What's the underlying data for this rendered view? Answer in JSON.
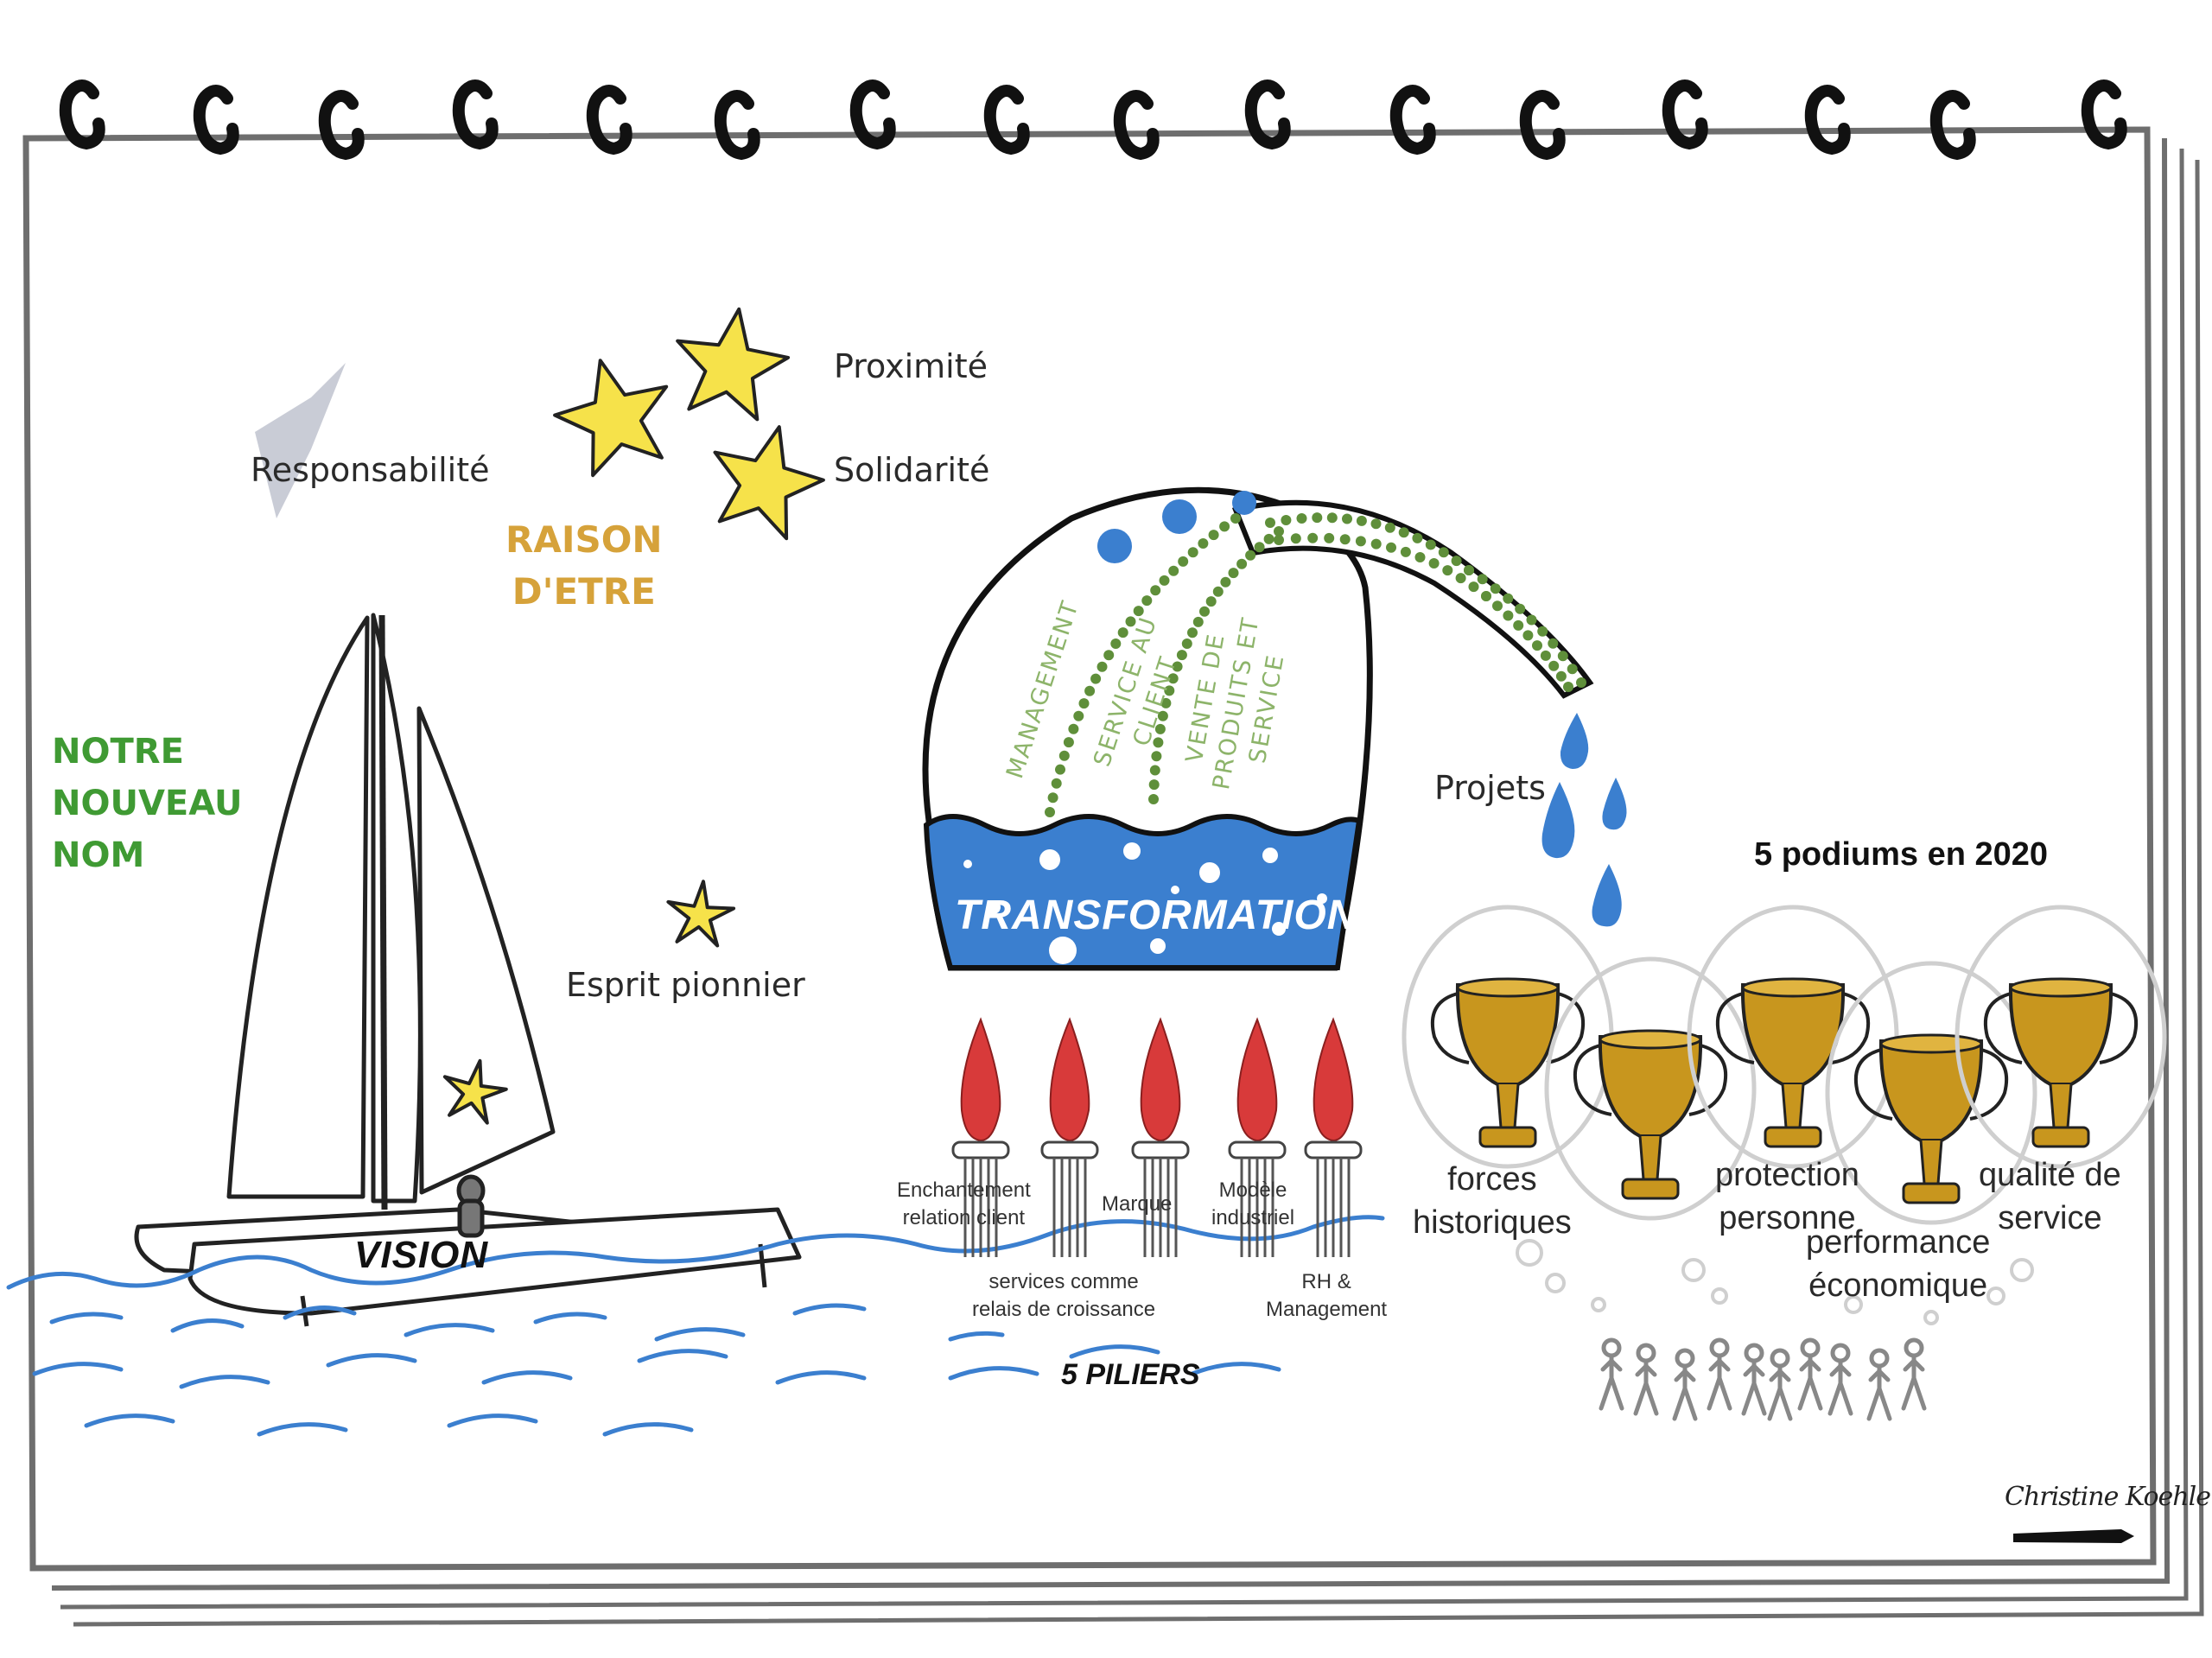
{
  "values": {
    "title": "RAISON\nD'ETRE",
    "items": [
      "Proximité",
      "Responsabilité",
      "Solidarité"
    ]
  },
  "new_name": "NOTRE\nNOUVEAU\n NOM",
  "pioneer": "Esprit pionnier",
  "boat_label": "VISION",
  "transformation": {
    "label": "TRANSFORMATION",
    "streams": [
      "MANAGEMENT",
      "SERVICE AU\nCLIENT",
      "VENTE DE\nPRODUITS ET\nSERVICE"
    ],
    "projects": "Projets"
  },
  "pillars": {
    "title": "5 PILIERS",
    "items": [
      "Enchantement\nrelation client",
      "Marque",
      "Modèle\nindustriel",
      "services comme\nrelais de croissance",
      "RH &\nManagement"
    ]
  },
  "podiums": {
    "title": "5 podiums en 2020",
    "items": [
      "forces\nhistoriques",
      "protection\npersonne",
      "performance\néconomique",
      "qualité de\nservice"
    ]
  },
  "signature": "Christine Koehler",
  "colors": {
    "star": "#f6e24a",
    "water": "#3b7fcf",
    "flame": "#d83a3a",
    "tube_dots": "#5f8f3a",
    "trophy": "#c8961e",
    "gold_text": "#d6a23a",
    "green_text": "#3f9a33"
  }
}
